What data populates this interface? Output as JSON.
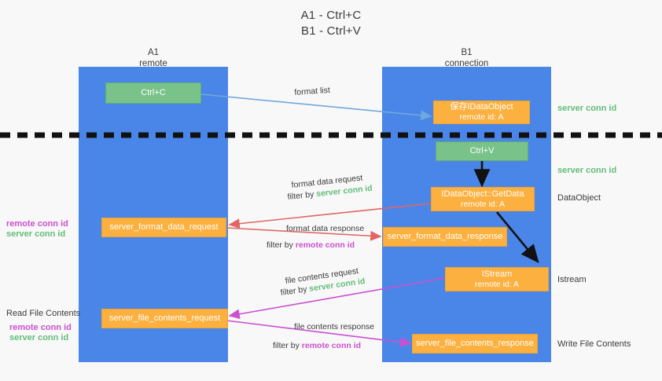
{
  "title": {
    "line1": "A1 - Ctrl+C",
    "line2": "B1 - Ctrl+V"
  },
  "colors": {
    "column": "#4a86e8",
    "green_box": "#79c28a",
    "orange_box": "#fbb03f",
    "server_conn_id": "#62bd7a",
    "remote_conn_id": "#cc4fd0",
    "arrow_blue": "#6fa8dc",
    "arrow_red": "#e06666",
    "arrow_magenta": "#cc4fd0",
    "arrow_black": "#000000",
    "background": "#f8f8f8"
  },
  "columns": [
    {
      "name": "A1",
      "sub": "remote"
    },
    {
      "name": "B1",
      "sub": "connection"
    }
  ],
  "boxes": {
    "ctrl_c": {
      "label": "Ctrl+C"
    },
    "ctrl_v": {
      "label": "Ctrl+V"
    },
    "idataobject": {
      "line1": "保存IDataObject",
      "line2": "remote id: A"
    },
    "getdata": {
      "line1": "IDataObject::GetData",
      "line2": "remote id: A"
    },
    "istream": {
      "line1": "IStream",
      "line2": "remote id: A"
    },
    "server_format_data_request": {
      "label": "server_format_data_request"
    },
    "server_format_data_response": {
      "label": "server_format_data_response"
    },
    "server_file_contents_request": {
      "label": "server_file_contents_request"
    },
    "server_file_contents_response": {
      "label": "server_file_contents_response"
    }
  },
  "edges": {
    "format_list": "format list",
    "format_data_request": "format data request",
    "format_data_request_filter_prefix": "filter by ",
    "format_data_request_filter_value": "server conn id",
    "format_data_response": "format data response",
    "format_data_response_filter_prefix": "filter by ",
    "format_data_response_filter_value": "remote conn id",
    "file_contents_request": "file contents request",
    "file_contents_request_filter_prefix": "filter by ",
    "file_contents_request_filter_value": "server conn id",
    "file_contents_response": "file contents response",
    "file_contents_response_filter_prefix": "filter by ",
    "file_contents_response_filter_value": "remote conn id"
  },
  "right_labels": {
    "server_conn_id_top": "server conn id",
    "server_conn_id_second": "server conn id",
    "dataobject": "DataObject",
    "istream": "Istream",
    "write_file_contents": "Write File Contents"
  },
  "left_labels": {
    "mid_remote": "remote conn id",
    "mid_server": "server conn id",
    "read_file_contents": "Read File Contents",
    "low_remote": "remote conn id",
    "low_server": "server conn id"
  }
}
